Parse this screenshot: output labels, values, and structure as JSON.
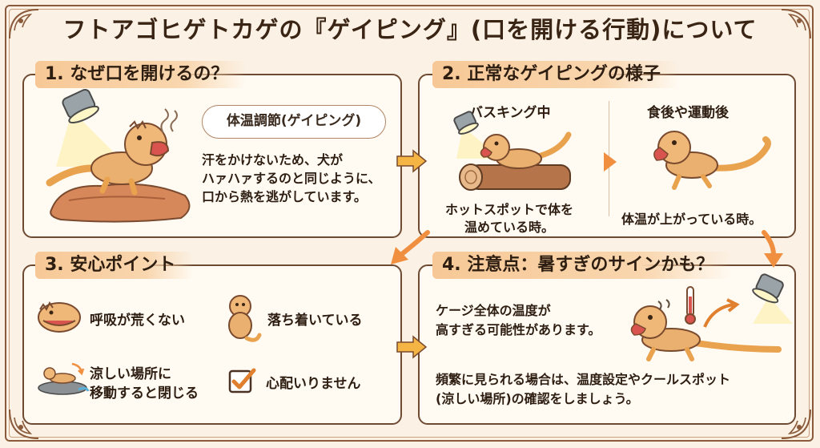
{
  "title": "フトアゴヒゲトカゲの『ゲイピング』(口を開ける行動)について",
  "section1": {
    "heading": "1. なぜ口を開けるの？",
    "bubble": "体温調節(ゲイピング)",
    "lines": [
      "汗をかけないため、犬が",
      "ハァハァするのと同じように、",
      "口から熱を逃がしています。"
    ]
  },
  "section2": {
    "heading": "2. 正常なゲイピングの様子",
    "left_label": "バスキング中",
    "left_lines": [
      "ホットスポットで体を",
      "温めている時。"
    ],
    "right_label": "食後や運動後",
    "right_line": "体温が上がっている時。"
  },
  "section3": {
    "heading": "3. 安心ポイント",
    "item1": "呼吸が荒くない",
    "item2": "落ち着いている",
    "item3_lines": [
      "涼しい場所に",
      "移動すると閉じる"
    ],
    "item4": "心配いりません"
  },
  "section4": {
    "heading": "4. 注意点：暑すぎのサインかも？",
    "lines": [
      "ケージ全体の温度が",
      "高すぎる可能性があります。"
    ],
    "bottom_lines": [
      "頻繁に見られる場合は、温度設定やクールスポット",
      "(涼しい場所)の確認をしましょう。"
    ]
  },
  "colors": {
    "accent": "#f0a24a",
    "lizard": "#e9a24e",
    "border": "#6e4a32",
    "header": "#f7c896",
    "check": "#e0802e"
  }
}
